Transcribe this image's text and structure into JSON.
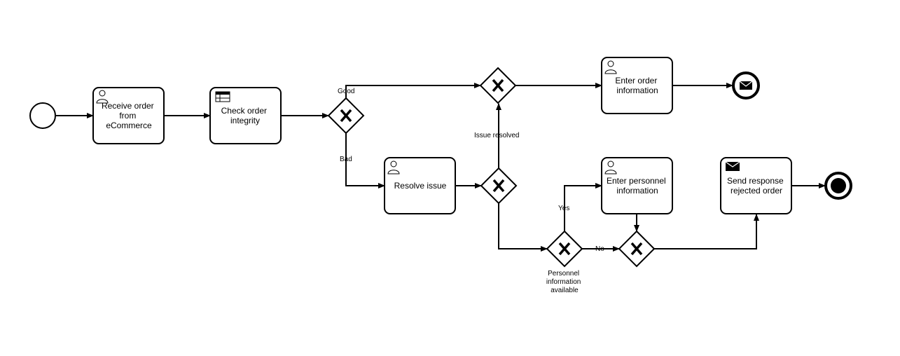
{
  "diagram": {
    "type": "bpmn-process",
    "tasks": {
      "receive_order": {
        "lines": [
          "Receive order",
          "from",
          "eCommerce"
        ],
        "marker": "user-icon"
      },
      "check_integrity": {
        "lines": [
          "Check order",
          "integrity"
        ],
        "marker": "business-rule-icon"
      },
      "resolve_issue": {
        "lines": [
          "Resolve issue"
        ],
        "marker": "user-icon"
      },
      "enter_order_info": {
        "lines": [
          "Enter order",
          "information"
        ],
        "marker": "user-icon"
      },
      "enter_personnel_info": {
        "lines": [
          "Enter personnel",
          "information"
        ],
        "marker": "user-icon"
      },
      "send_response": {
        "lines": [
          "Send response",
          "rejected order"
        ],
        "marker": "envelope-icon"
      }
    },
    "flow_labels": {
      "good": "Good",
      "bad": "Bad",
      "issue_resolved": "Issue resolved",
      "yes": "Yes",
      "no": "No"
    },
    "gateway_labels": {
      "personnel_available": [
        "Personnel",
        "information",
        "available"
      ]
    },
    "events": {
      "start": "start-event",
      "end_message": "message-end-event",
      "end_terminate": "terminate-end-event"
    }
  }
}
